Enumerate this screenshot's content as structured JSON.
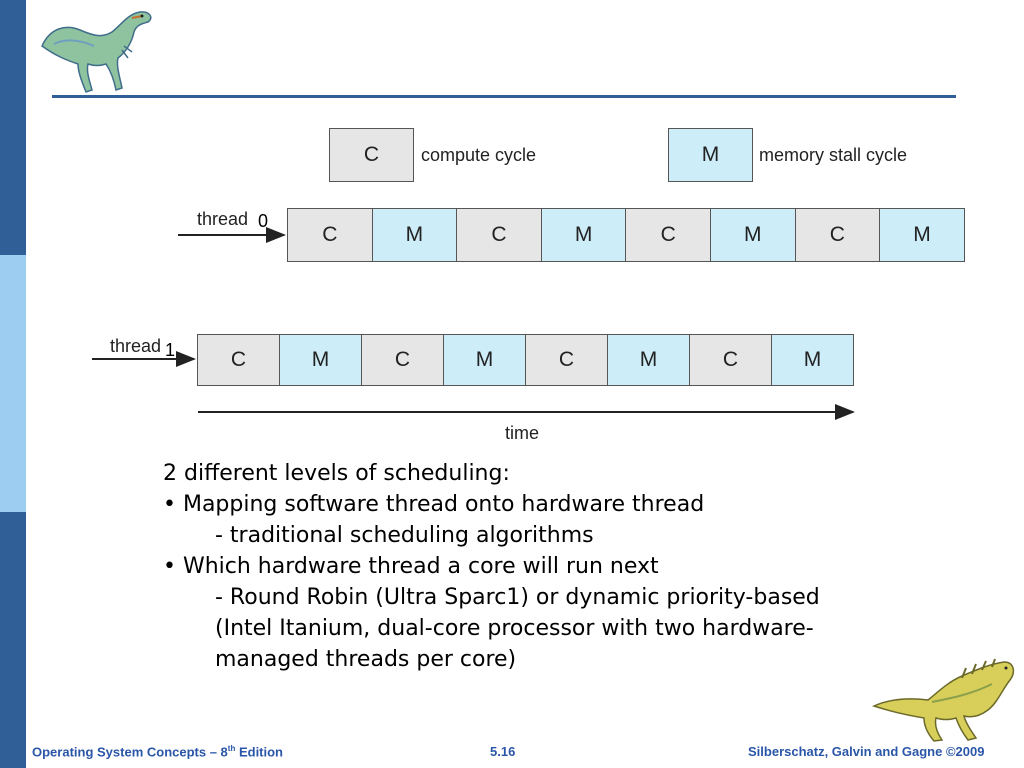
{
  "colors": {
    "sidebar_dark": "#2f5f96",
    "sidebar_light": "#9dcdf0",
    "header_rule": "#2f5f96",
    "footer_text": "#2a56a8",
    "compute_fill": "#e6e6e6",
    "memory_fill": "#cdeef9"
  },
  "icons": [
    "dinosaur-logo-icon",
    "dinosaur-corner-icon"
  ],
  "legend": {
    "compute": {
      "box": "C",
      "label": "compute cycle"
    },
    "memory": {
      "box": "M",
      "label": "memory stall cycle"
    }
  },
  "threads": [
    {
      "label": "thread",
      "index": "0",
      "cycles": [
        "C",
        "M",
        "C",
        "M",
        "C",
        "M",
        "C",
        "M"
      ]
    },
    {
      "label": "thread",
      "index": "1",
      "cycles": [
        "C",
        "M",
        "C",
        "M",
        "C",
        "M",
        "C",
        "M"
      ]
    }
  ],
  "time_label": "time",
  "body": {
    "line1": "2 different levels of scheduling:",
    "line2": "• Mapping software thread onto hardware thread",
    "line3": "- traditional scheduling algorithms",
    "line4": "• Which hardware thread a core will run next",
    "line5": "- Round Robin (Ultra Sparc1) or dynamic priority-based",
    "line6": "(Intel Itanium, dual-core processor with two hardware-",
    "line7": "managed threads per core)"
  },
  "footer": {
    "left_main": "Operating System Concepts – 8",
    "left_sup": "th",
    "left_end": " Edition",
    "center": "5.16",
    "right": "Silberschatz, Galvin and Gagne ©2009"
  }
}
